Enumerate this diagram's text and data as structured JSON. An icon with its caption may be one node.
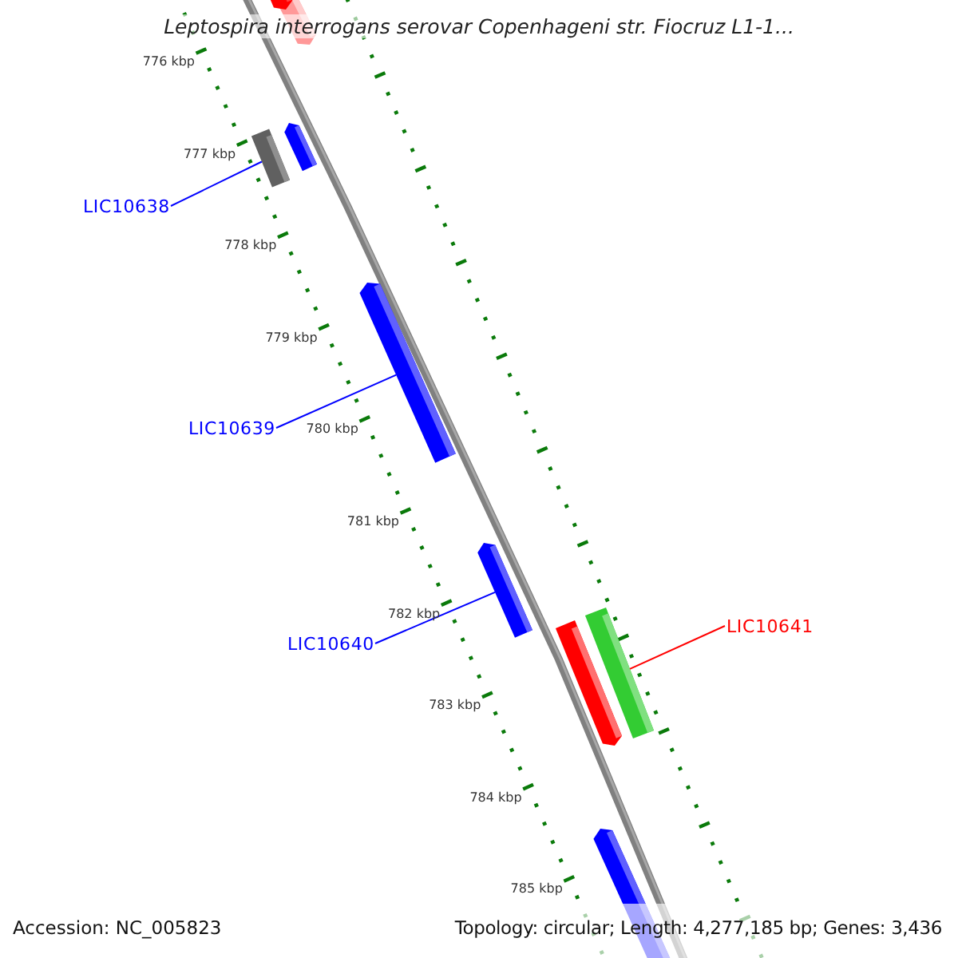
{
  "diagram": {
    "title": "Leptospira interrogans serovar Copenhageni str. Fiocruz L1-1...",
    "nodes": [
      {
        "text": [],
        "shape": "bar"
      },
      {
        "text": [],
        "shape": "bar"
      },
      {
        "text": [],
        "shape": "bar"
      },
      {
        "text": [],
        "shape": "bar"
      },
      {
        "text": [
          "LIC10638"
        ]
      },
      {
        "text": [],
        "shape": "bar"
      },
      {
        "text": [
          "LIC10639"
        ]
      },
      {
        "text": [],
        "shape": "bar"
      },
      {
        "text": [
          "LIC10640"
        ]
      },
      {
        "text": [],
        "shape": "bar"
      },
      {
        "text": [],
        "shape": "bar"
      },
      {
        "text": [
          "LIC10641"
        ]
      },
      {
        "text": [],
        "shape": "bar"
      }
    ],
    "edges": [
      {
        "from": 4,
        "to": 2,
        "arrow": "none"
      },
      {
        "from": 6,
        "to": 5,
        "arrow": "none"
      },
      {
        "from": 8,
        "to": 7,
        "arrow": "none"
      },
      {
        "from": 11,
        "to": 10,
        "arrow": "none",
        "color": "#ff0000"
      }
    ],
    "labels": [
      "776 kbp",
      "777 kbp",
      "778 kbp",
      "779 kbp",
      "780 kbp",
      "781 kbp",
      "782 kbp",
      "783 kbp",
      "784 kbp",
      "785 kbp",
      "Accession: NC_005823",
      "Topology: circular; Length: 4,277,185 bp; Genes: 3,436"
    ]
  }
}
